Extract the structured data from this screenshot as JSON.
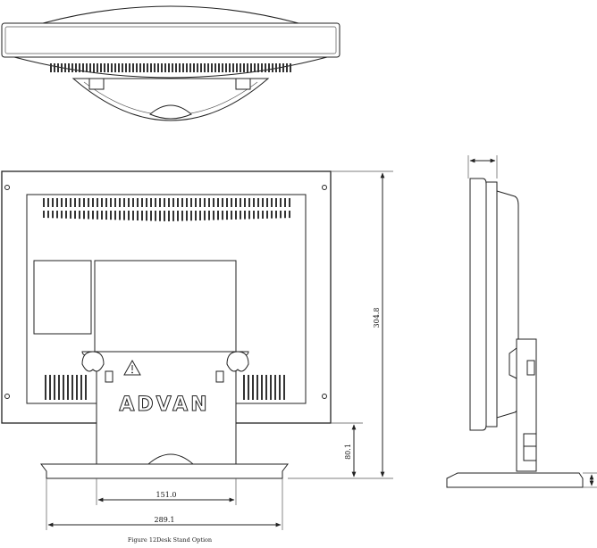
{
  "figure": {
    "caption": "Figure 12Desk Stand Option",
    "brand": "ADVAN",
    "warning_symbol": "warning-triangle-icon"
  },
  "dimensions": {
    "height_total": "304.8",
    "stand_height": "80.1",
    "inner_width": "151.0",
    "base_width": "289.1"
  },
  "colors": {
    "line": "#222222",
    "background": "#ffffff"
  }
}
